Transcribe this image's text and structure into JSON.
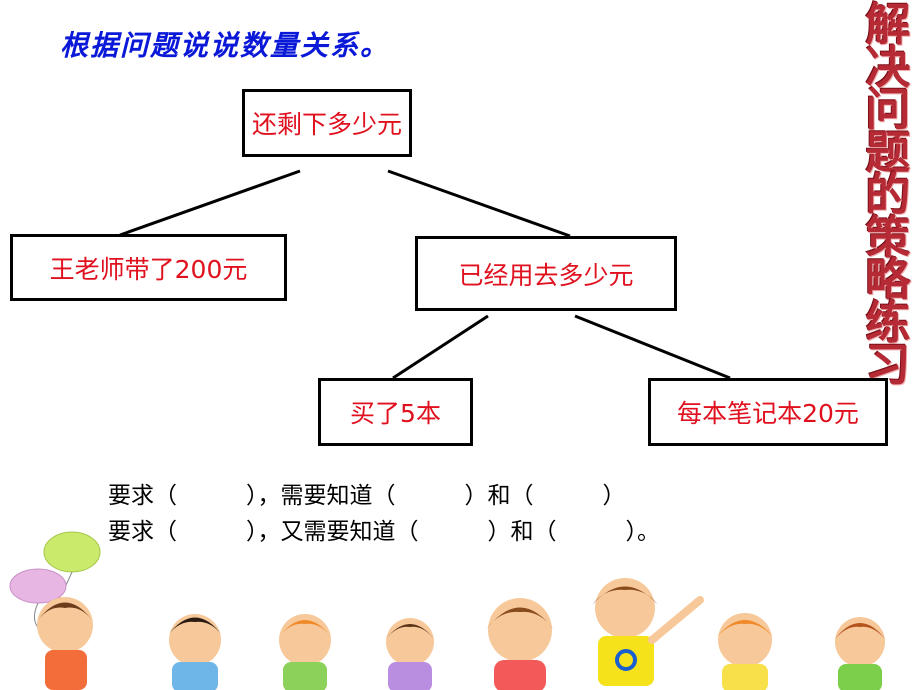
{
  "heading": "根据问题说说数量关系。",
  "side_title": [
    "解",
    "决",
    "问",
    "题",
    "的",
    "策",
    "略",
    "练",
    "习"
  ],
  "tree": {
    "root": "还剩下多少元",
    "left": "王老师带了200元",
    "middle": "已经用去多少元",
    "leaf_left": "买了5本",
    "leaf_right": "每本笔记本20元"
  },
  "requirements": {
    "line1": "要求（　　　），需要知道（　　　）和（　　　）",
    "line2": "要求（　　　），又需要知道（　　　）和（　　　）。"
  },
  "colors": {
    "heading": "#0a18d8",
    "box_text": "#e0101e",
    "side_title": "#b52a35"
  }
}
